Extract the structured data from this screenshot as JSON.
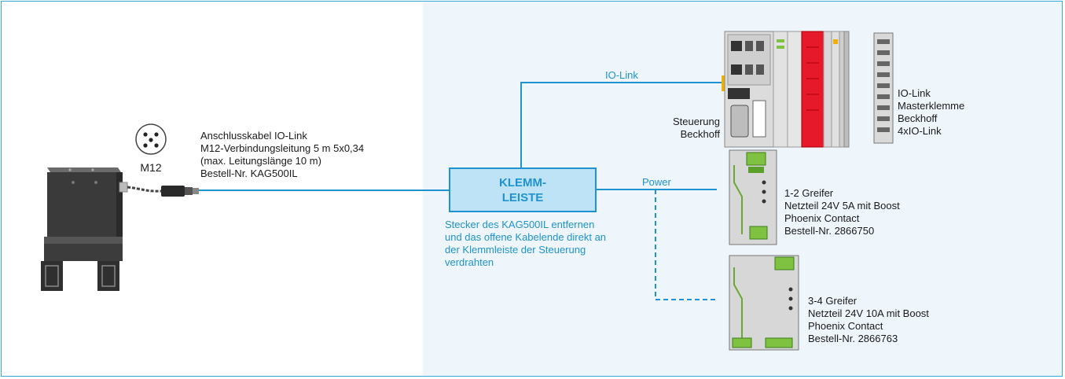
{
  "colors": {
    "accent": "#1f93cf",
    "terminal_fill": "#bfe3f6",
    "background_shade": "#eef5fb",
    "gripper_body": "#3a3a3a",
    "red_modules": "#e5192a"
  },
  "icons": [
    "m12-connector-icon",
    "gripper-icon",
    "cable-plug-icon",
    "plc-controller-icon",
    "io-link-master-terminal-icon",
    "power-supply-5a-icon",
    "power-supply-10a-icon"
  ],
  "m12_label": "M12",
  "cable_info": {
    "lines": [
      "Anschlusskabel IO-Link",
      "M12-Verbindungsleitung 5 m 5x0,34",
      "(max. Leitungslänge 10 m)",
      "Bestell-Nr. KAG500IL"
    ]
  },
  "terminal_block": {
    "line1": "KLEMM-",
    "line2": "LEISTE"
  },
  "terminal_note": {
    "lines": [
      "Stecker des KAG500IL entfernen",
      "und das offene Kabelende direkt an",
      "der Klemmleiste der Steuerung",
      "verdrahten"
    ]
  },
  "connections": {
    "io_link": "IO-Link",
    "power": "Power"
  },
  "controller": {
    "lines": [
      "Steuerung",
      "Beckhoff"
    ]
  },
  "io_link_master": {
    "lines": [
      "IO-Link",
      "Masterklemme",
      "Beckhoff",
      "4xIO-Link"
    ]
  },
  "power_supply_1": {
    "lines": [
      "1-2 Greifer",
      "Netzteil 24V 5A mit Boost",
      "Phoenix Contact",
      "Bestell-Nr. 2866750"
    ]
  },
  "power_supply_2": {
    "lines": [
      "3-4 Greifer",
      "Netzteil 24V 10A mit Boost",
      "Phoenix Contact",
      "Bestell-Nr. 2866763"
    ]
  }
}
